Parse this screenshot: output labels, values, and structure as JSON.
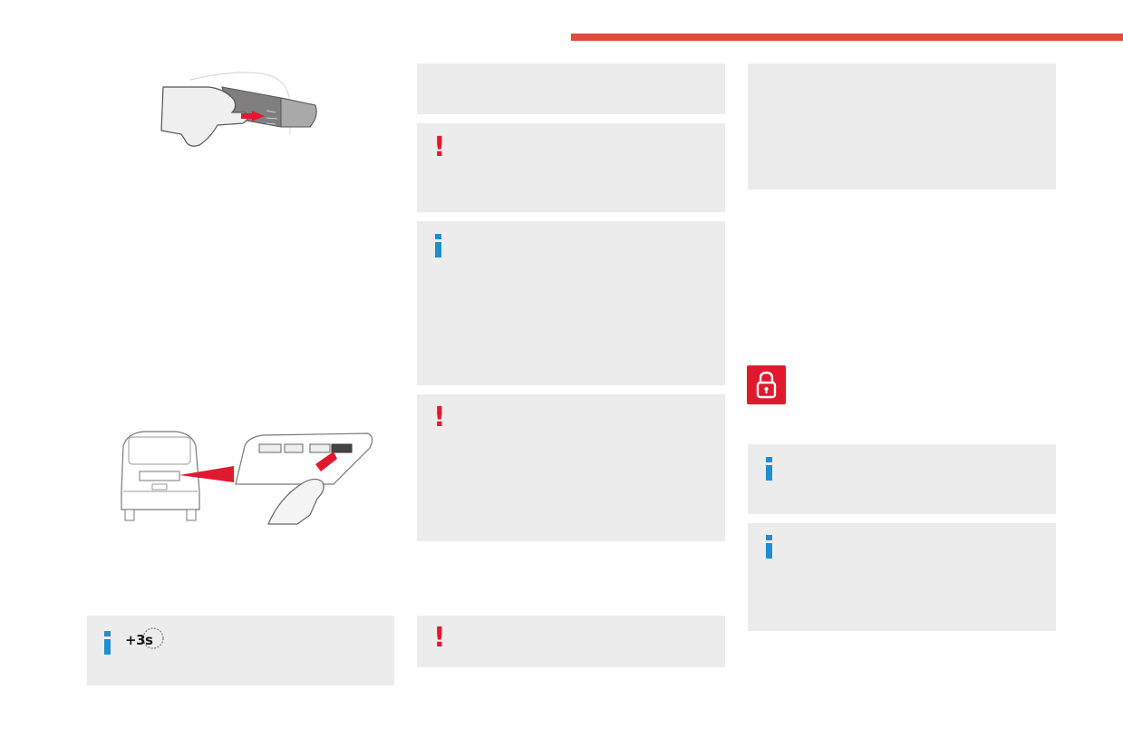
{
  "colors": {
    "accent_red": "#e0493c",
    "warning_red": "#e0192f",
    "info_blue": "#1b8fd0",
    "box_grey": "#ececec",
    "line_grey": "#9a9a9a"
  },
  "icons": {
    "warning": "exclamation-mark",
    "info": "information-i",
    "lock": "padlock",
    "timer": "plus-3-seconds-timer"
  },
  "illustrations": {
    "door_handle": "hand-pressing-door-handle-button",
    "tailgate": "van-rear-view-with-tailgate-handle-detail"
  },
  "timer_badge": {
    "label": "+3s"
  }
}
